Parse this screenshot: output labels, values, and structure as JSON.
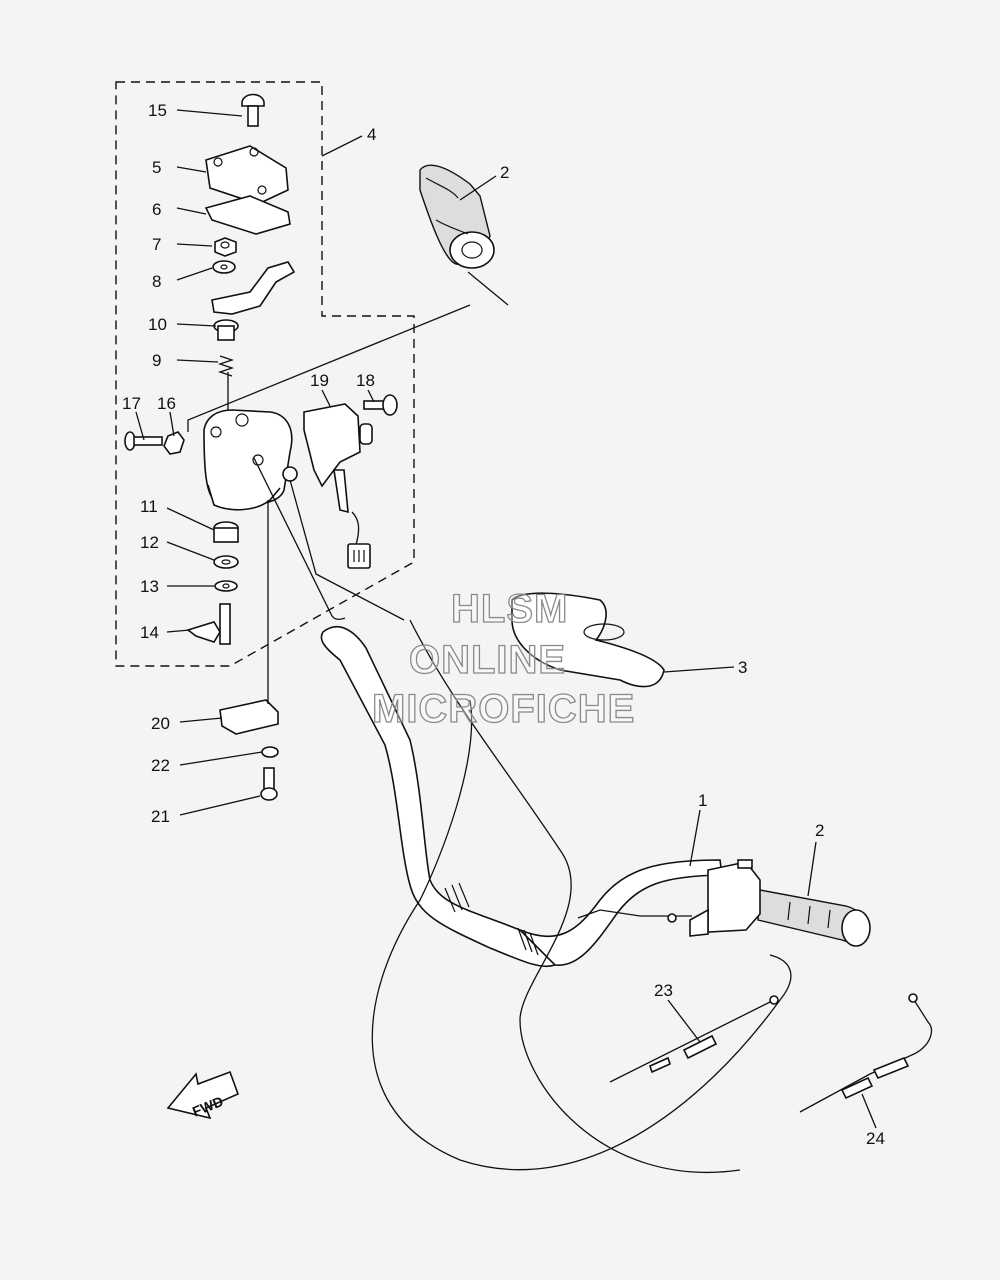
{
  "watermark": {
    "line1": "HLSM",
    "line2": "ONLINE",
    "line3": "MICROFICHE"
  },
  "direction_arrow": {
    "label": "FWD"
  },
  "callouts": {
    "c1": "1",
    "c2a": "2",
    "c2b": "2",
    "c3": "3",
    "c4": "4",
    "c5": "5",
    "c6": "6",
    "c7": "7",
    "c8": "8",
    "c9": "9",
    "c10": "10",
    "c11": "11",
    "c12": "12",
    "c13": "13",
    "c14": "14",
    "c15": "15",
    "c16": "16",
    "c17": "17",
    "c18": "18",
    "c19": "19",
    "c20": "20",
    "c21": "21",
    "c22": "22",
    "c23": "23",
    "c24": "24"
  }
}
